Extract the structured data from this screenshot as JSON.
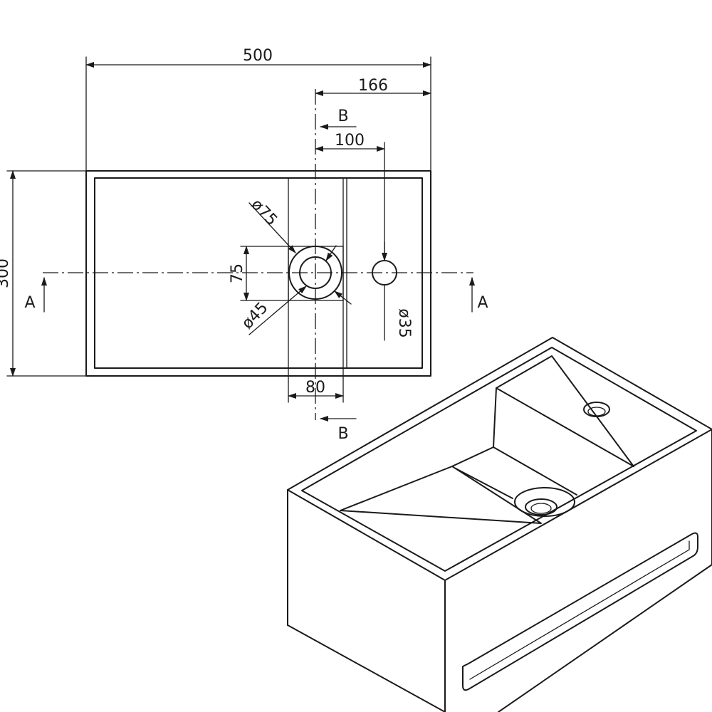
{
  "drawing": {
    "dim_width": "500",
    "dim_height": "300",
    "dim_drain_offset": "166",
    "dim_tap_offset": "100",
    "dim_channel": "80",
    "dim_drain_box": "75",
    "dia_drain_outer": "ø75",
    "dia_drain_inner": "ø45",
    "dia_tap_hole": "ø35",
    "section_a": "A",
    "section_b": "B"
  }
}
